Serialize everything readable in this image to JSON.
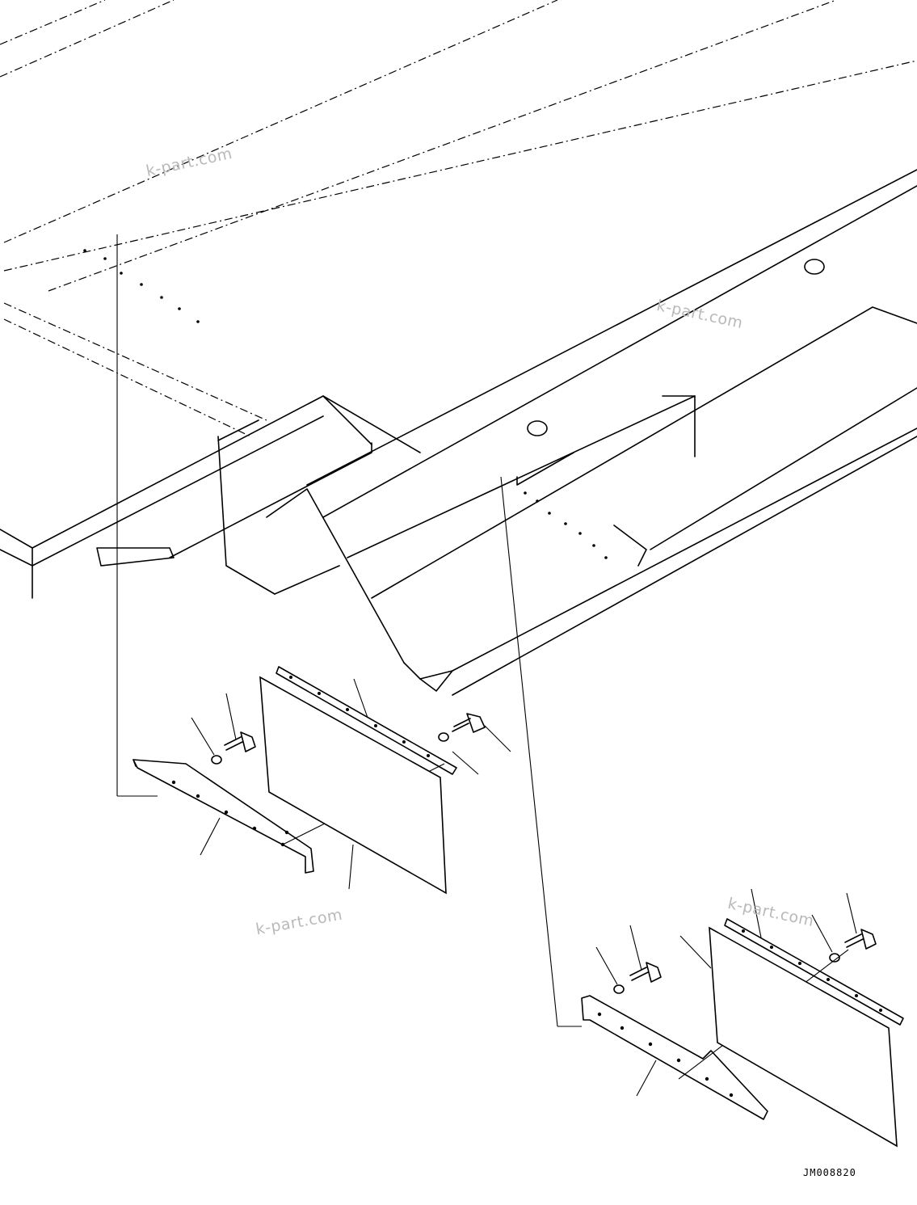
{
  "watermarks": [
    "k-part.com",
    "k-part.com",
    "k-part.com",
    "k-part.com"
  ],
  "drawing_code": "JM008820",
  "colors": {
    "line": "#000000",
    "watermark": "#b9b9b9",
    "background": "#ffffff"
  }
}
